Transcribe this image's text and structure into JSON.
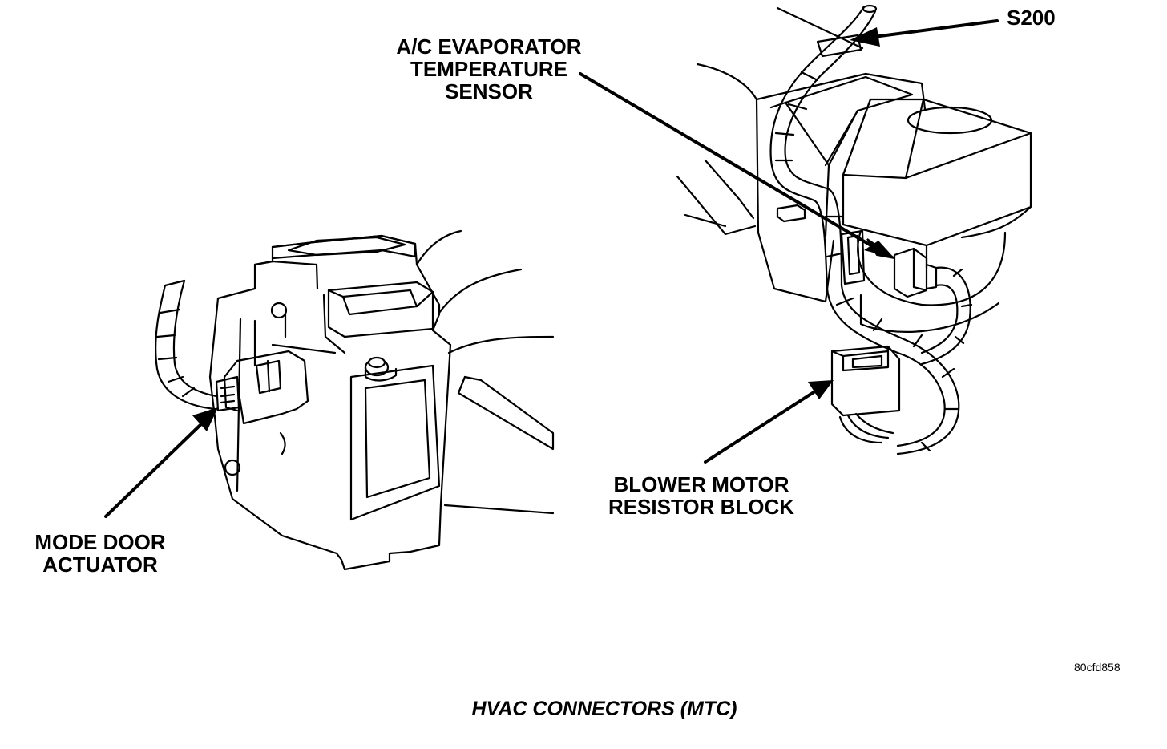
{
  "labels": {
    "s200": "S200",
    "evaporator_sensor": [
      "A/C EVAPORATOR",
      "TEMPERATURE",
      "SENSOR"
    ],
    "blower_resistor": [
      "BLOWER MOTOR",
      "RESISTOR BLOCK"
    ],
    "mode_door": [
      "MODE DOOR",
      "ACTUATOR"
    ],
    "figure_code": "80cfd858",
    "caption": "HVAC CONNECTORS (MTC)"
  }
}
